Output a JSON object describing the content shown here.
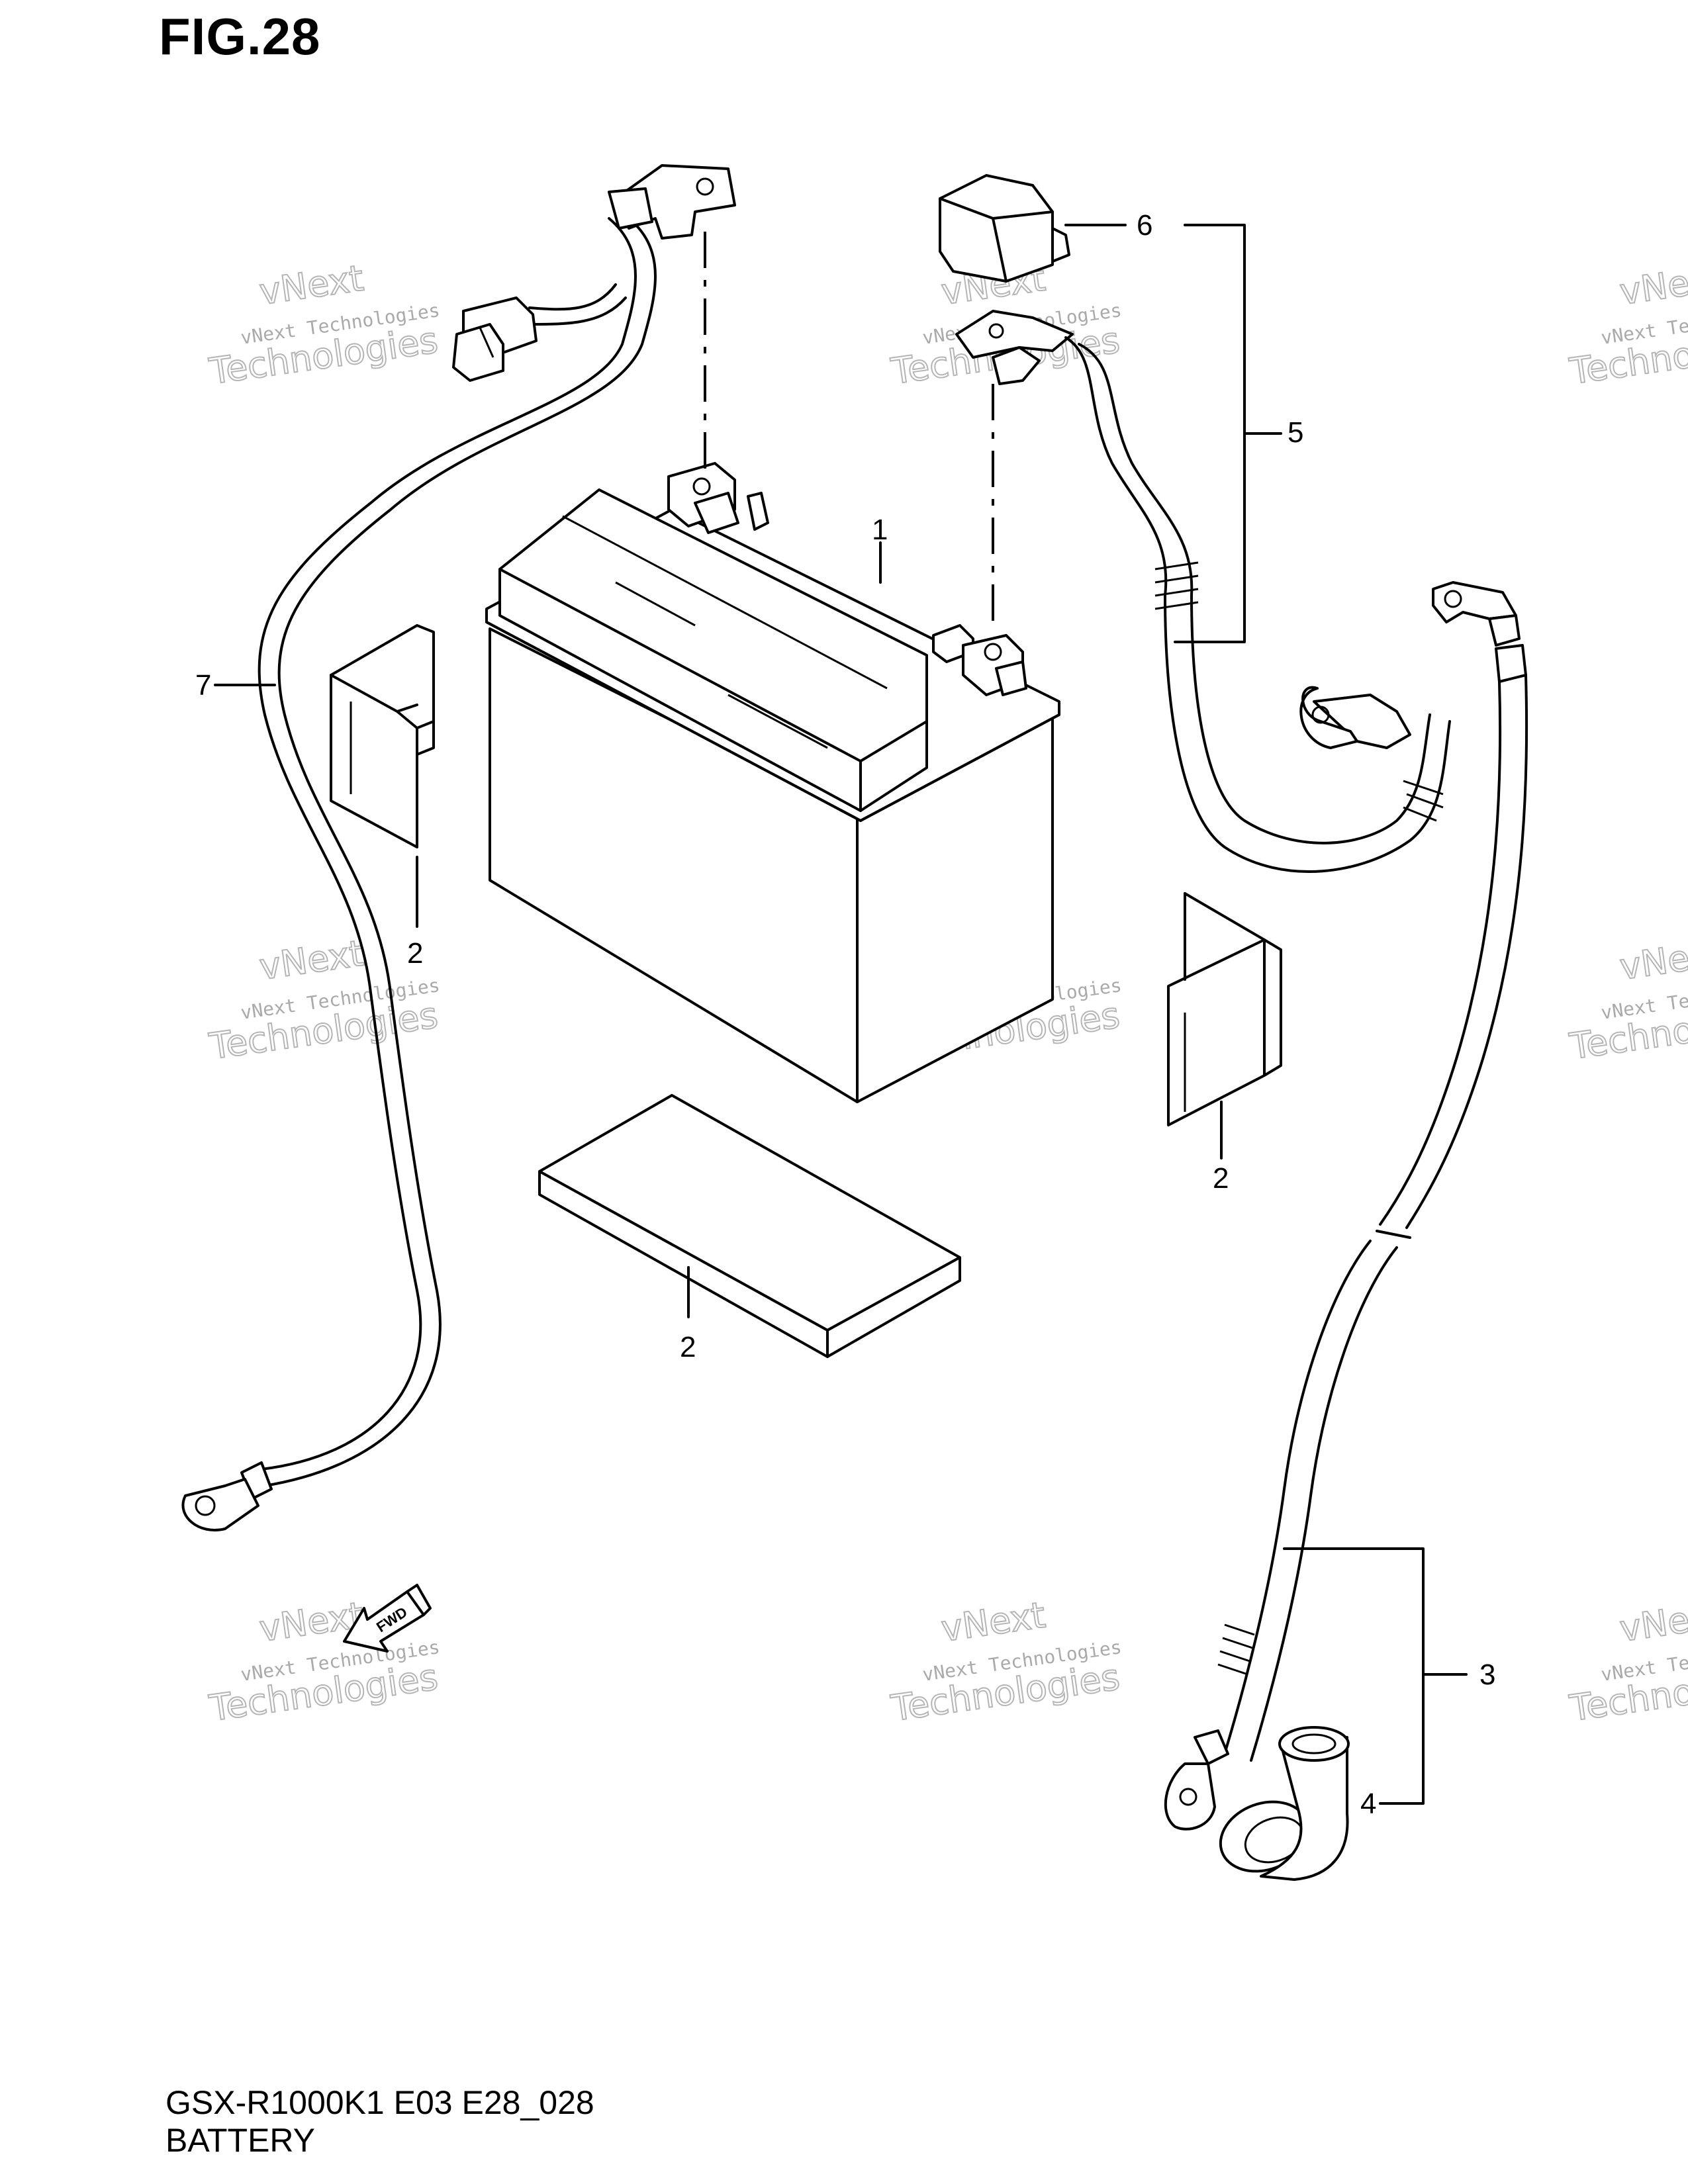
{
  "figure": {
    "title": "FIG.28",
    "model_code": "GSX-R1000K1 E03 E28_028",
    "caption": "BATTERY"
  },
  "callouts": [
    {
      "id": "c1",
      "label": "1"
    },
    {
      "id": "c2a",
      "label": "2"
    },
    {
      "id": "c2b",
      "label": "2"
    },
    {
      "id": "c2c",
      "label": "2"
    },
    {
      "id": "c3",
      "label": "3"
    },
    {
      "id": "c4",
      "label": "4"
    },
    {
      "id": "c5",
      "label": "5"
    },
    {
      "id": "c6",
      "label": "6"
    },
    {
      "id": "c7",
      "label": "7"
    }
  ],
  "arrow": {
    "label": "FWD"
  },
  "watermark": {
    "line1": "vNext Technologies",
    "line2": "vNext",
    "line3": "Technologies"
  }
}
